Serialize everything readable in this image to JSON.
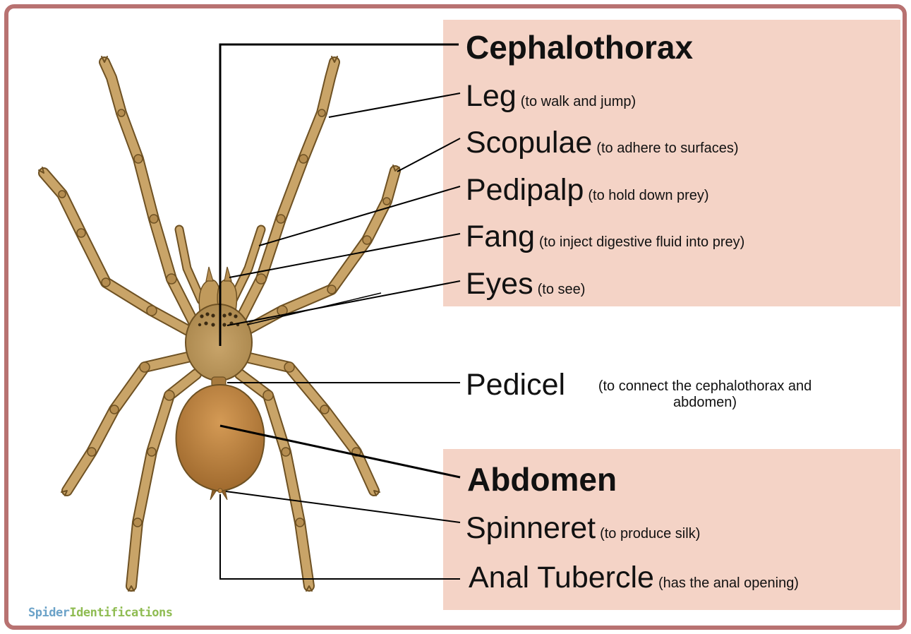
{
  "colors": {
    "frame": "#b87271",
    "panel": "#f4d3c6",
    "leg": "#c9a468",
    "cephalothorax": "#bf9a5c",
    "abdomen": "#b27a3a",
    "outline": "#6e5123"
  },
  "labels": {
    "cephalothorax": "Cephalothorax",
    "leg": {
      "term": "Leg",
      "note": "(to walk and jump)"
    },
    "scopulae": {
      "term": "Scopulae",
      "note": "(to adhere to surfaces)"
    },
    "pedipalp": {
      "term": "Pedipalp",
      "note": "(to hold down prey)"
    },
    "fang": {
      "term": "Fang",
      "note": "(to inject digestive fluid into prey)"
    },
    "eyes": {
      "term": "Eyes",
      "note": "(to see)"
    },
    "pedicel": {
      "term": "Pedicel",
      "note": "(to connect the cephalothorax and abdomen)"
    },
    "abdomen": "Abdomen",
    "spinneret": {
      "term": "Spinneret",
      "note": "(to produce silk)"
    },
    "anal_tubercle": {
      "term": "Anal Tubercle",
      "note": "(has the anal opening)"
    }
  },
  "watermark": {
    "part1": "Spider",
    "part2": "Identifications"
  }
}
